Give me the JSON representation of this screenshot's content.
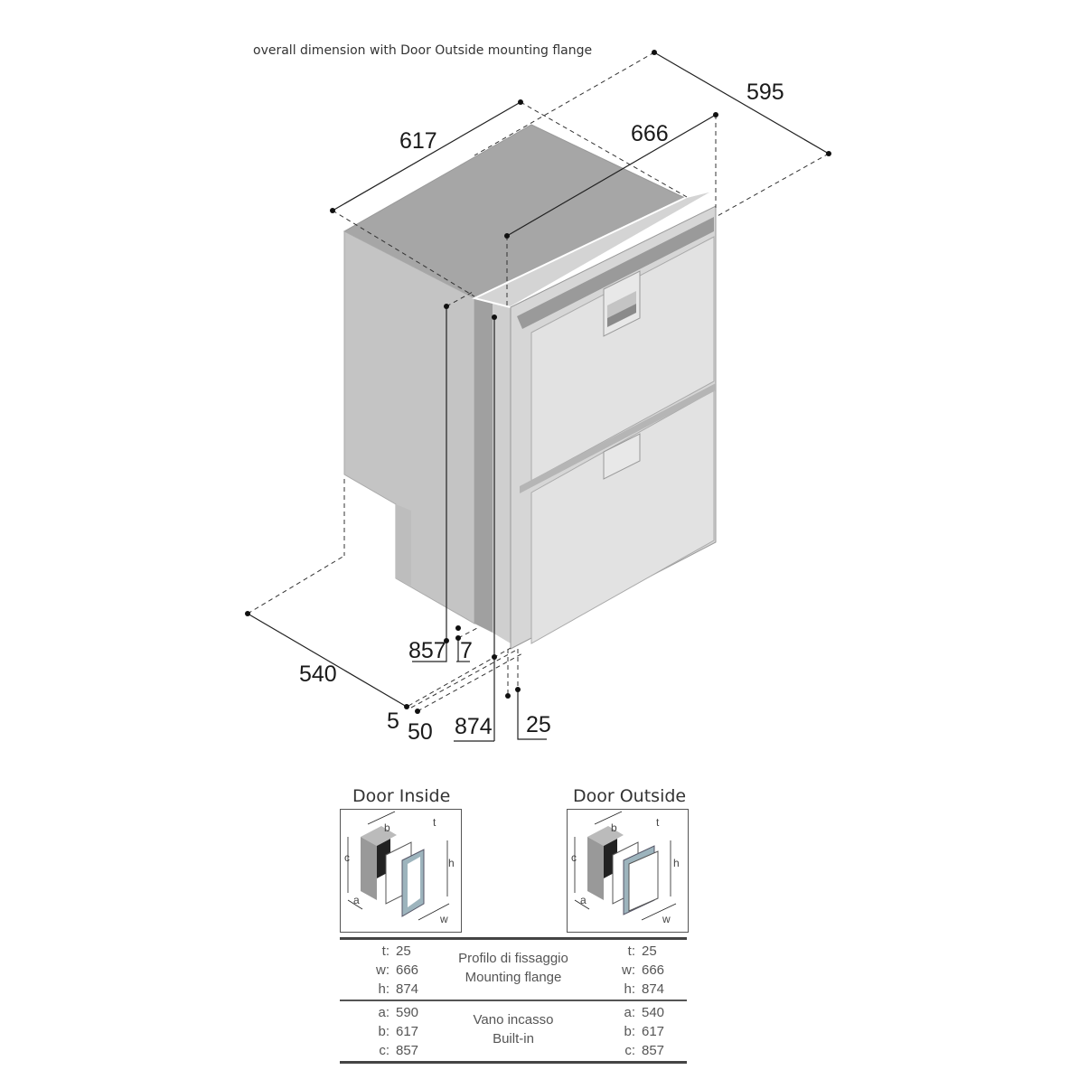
{
  "caption": "overall dimension with Door Outside mounting flange",
  "drawing": {
    "dimensions": {
      "width_617": "617",
      "depth_595": "595",
      "flange_width_666": "666",
      "height_857": "857",
      "gap_7": "7",
      "depth_540": "540",
      "offset_5": "5",
      "offset_50": "50",
      "flange_height_874": "874",
      "flange_thickness_25": "25"
    }
  },
  "legend": {
    "door_inside": {
      "title": "Door Inside",
      "labels": {
        "a": "a",
        "b": "b",
        "c": "c",
        "h": "h",
        "t": "t",
        "w": "w"
      }
    },
    "door_outside": {
      "title": "Door Outside",
      "labels": {
        "a": "a",
        "b": "b",
        "c": "c",
        "h": "h",
        "t": "t",
        "w": "w"
      }
    }
  },
  "table": {
    "groups": [
      {
        "label_it": "Profilo di fissaggio",
        "label_en": "Mounting flange",
        "inside": [
          {
            "k": "t:",
            "v": "25"
          },
          {
            "k": "w:",
            "v": "666"
          },
          {
            "k": "h:",
            "v": "874"
          }
        ],
        "outside": [
          {
            "k": "t:",
            "v": "25"
          },
          {
            "k": "w:",
            "v": "666"
          },
          {
            "k": "h:",
            "v": "874"
          }
        ]
      },
      {
        "label_it": "Vano incasso",
        "label_en": "Built-in",
        "inside": [
          {
            "k": "a:",
            "v": "590"
          },
          {
            "k": "b:",
            "v": "617"
          },
          {
            "k": "c:",
            "v": "857"
          }
        ],
        "outside": [
          {
            "k": "a:",
            "v": "540"
          },
          {
            "k": "b:",
            "v": "617"
          },
          {
            "k": "c:",
            "v": "857"
          }
        ]
      }
    ]
  }
}
